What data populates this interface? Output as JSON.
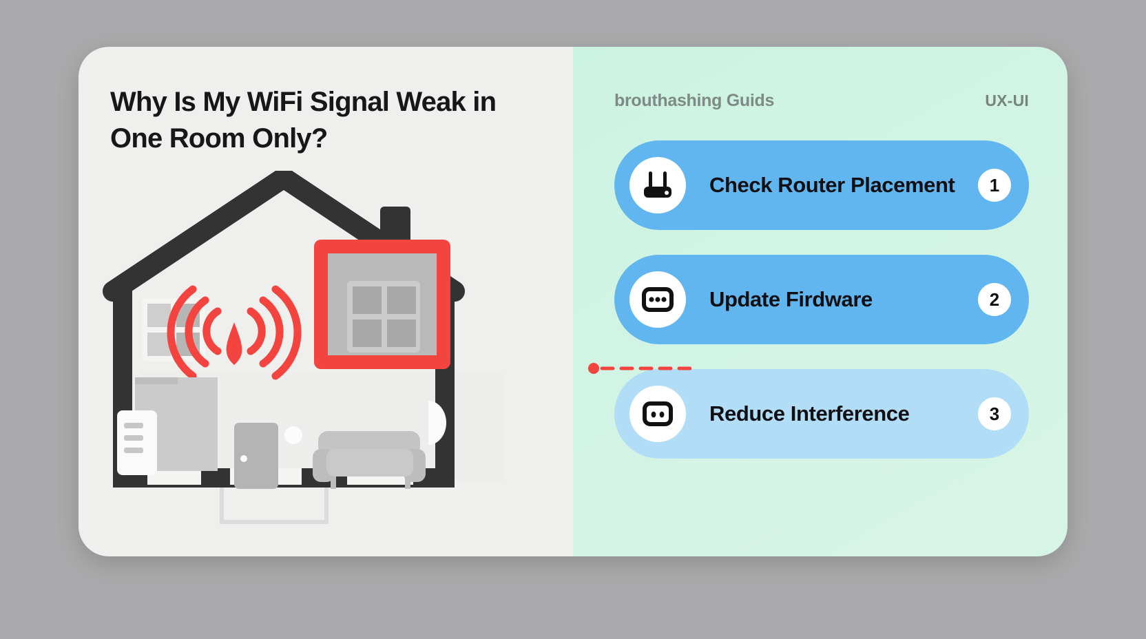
{
  "headline": "Why Is My WiFi Signal Weak in One Room Only?",
  "panel": {
    "brand_label": "brouthashing Guids",
    "category_label": "UX-UI"
  },
  "tips": [
    {
      "label": "Check Router Placement",
      "number": "1",
      "icon": "router-icon",
      "card_color": "#61b6ef"
    },
    {
      "label": "Update Firdware",
      "number": "2",
      "icon": "modem-icon",
      "card_color": "#61b6ef"
    },
    {
      "label": "Reduce Interference",
      "number": "3",
      "icon": "device-icon",
      "card_color": "#b2ddf6"
    }
  ],
  "illustration": {
    "name": "house-cutaway-with-wifi",
    "wifi_icon": "wifi-signal-icon",
    "highlighted_room": "weak-signal-room",
    "accent_color": "#f4443f",
    "roof_color": "#333333",
    "wall_color": "#b9b9b9"
  },
  "colors": {
    "page_background": "#aaaaac",
    "left_panel": "#efefee",
    "right_panel": "#d2f4e4",
    "card_blue": "#61b6ef",
    "card_blue_light": "#b2ddf6",
    "accent_red": "#f4443f",
    "text_dark": "#17171a",
    "text_muted": "#7e8a86"
  }
}
